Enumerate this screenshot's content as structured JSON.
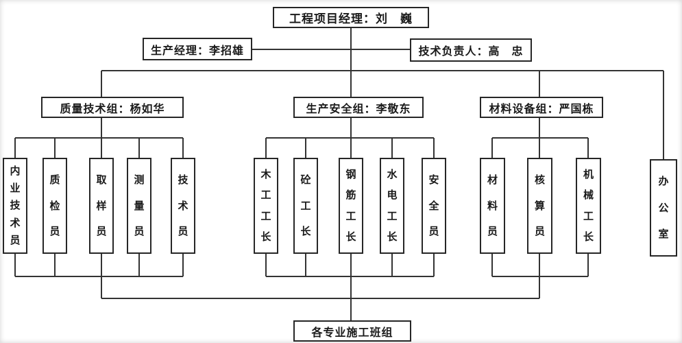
{
  "org_chart": {
    "project_manager": "工程项目经理：刘　巍",
    "production_manager": "生产经理：李招雄",
    "technical_director": "技术负责人：高　忠",
    "quality_tech_group": "质量技术组：杨如华",
    "production_safety_group": "生产安全组：李敬东",
    "material_equipment_group": "材料设备组：严国栋",
    "quality_tech_members": [
      "内业技术员",
      "质检员",
      "取样员",
      "测量员",
      "技术员"
    ],
    "production_safety_members": [
      "木工工长",
      "砼工长",
      "钢筋工长",
      "水电工长",
      "安全员"
    ],
    "material_equipment_members": [
      "材料员",
      "核算员",
      "机械工长"
    ],
    "office": "办公室",
    "construction_teams": "各专业施工班组"
  },
  "colors": {
    "line": "#333333",
    "border": "#262626",
    "text": "#1a1a1a",
    "background": "#ffffff"
  }
}
